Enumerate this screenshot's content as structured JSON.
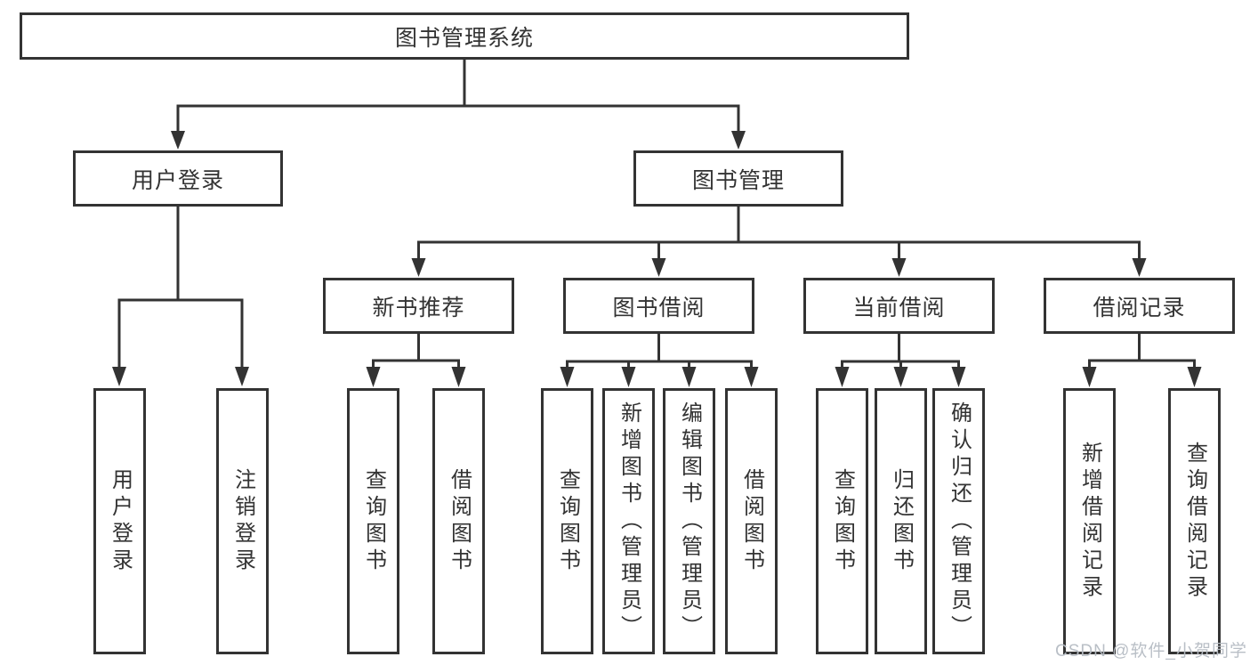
{
  "diagram": {
    "root_label": "图书管理系统",
    "level2": {
      "user_login": {
        "label": "用户登录",
        "children": [
          "用户登录",
          "注销登录"
        ]
      },
      "book_mgmt": {
        "label": "图书管理",
        "children": {
          "new_books": {
            "label": "新书推荐",
            "children": [
              "查询图书",
              "借阅图书"
            ]
          },
          "book_borrow": {
            "label": "图书借阅",
            "children": [
              "查询图书",
              "新增图书（管理员）",
              "编辑图书（管理员）",
              "借阅图书"
            ]
          },
          "current_borrow": {
            "label": "当前借阅",
            "children": [
              "查询图书",
              "归还图书",
              "确认归还（管理员）"
            ]
          },
          "borrow_records": {
            "label": "借阅记录",
            "children": [
              "新增借阅记录",
              "查询借阅记录"
            ]
          }
        }
      }
    }
  },
  "watermark": {
    "text": "CSDN @软件_小贺同学"
  },
  "colors": {
    "line": "#333333",
    "text": "#333333",
    "box_border": "#333333",
    "background": "#ffffff",
    "watermark": "#b6bcc4"
  }
}
